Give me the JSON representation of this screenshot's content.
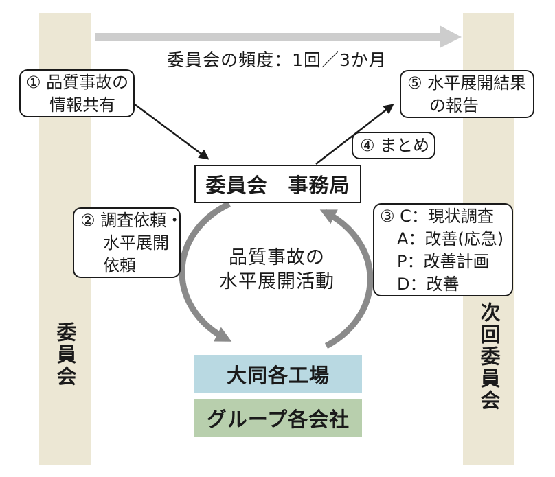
{
  "colors": {
    "lane_beige": "#ece7d4",
    "timeline_arrow_gray": "#cdcdcd",
    "cycle_arrow_gray": "#8a8a8a",
    "plants_blue": "#b9d9e2",
    "group_green": "#b8cfad",
    "ink_black": "#1a1a1a"
  },
  "timeline": {
    "frequency_label": "委員会の頻度：1回／3か月"
  },
  "lanes": {
    "left_label": "委員会",
    "right_label": "次回委員会"
  },
  "secretariat": {
    "label": "委員会　事務局"
  },
  "cycle": {
    "line1": "品質事故の",
    "line2": "水平展開活動"
  },
  "targets": {
    "daido_label": "大同各工場",
    "group_label": "グループ各会社"
  },
  "callouts": {
    "step1": {
      "line1": "① 品質事故の",
      "line2": "情報共有"
    },
    "step2": {
      "line1": "② 調査依頼・",
      "line2": "水平展開",
      "line3": "依頼"
    },
    "step3": {
      "line1": "③ C：現状調査",
      "line2": "A：改善(応急)",
      "line3": "P：改善計画",
      "line4": "D：改善"
    },
    "step4": {
      "line1": "④ まとめ"
    },
    "step5": {
      "line1": "⑤ 水平展開結果",
      "line2": "の報告"
    }
  }
}
